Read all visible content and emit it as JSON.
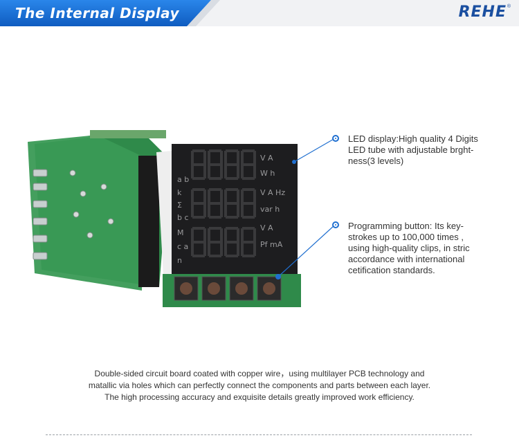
{
  "header": {
    "title": "The Internal Display",
    "logo": "REHE",
    "registered_mark": "®"
  },
  "product_image": {
    "display_legend_left": [
      "a b",
      "k",
      "Σ",
      "b c",
      "M",
      "c a",
      "n"
    ],
    "display_legend_right": [
      "V A",
      "W h",
      "V A Hz",
      "var h",
      "V A",
      "Pf mA"
    ]
  },
  "callouts": [
    {
      "text": "LED display:High quality 4 Digits\nLED tube with adjustable brght-\nness(3 levels)"
    },
    {
      "text": "Programming button:  Its key-\nstrokes up to 100,000 times ,\n using high-quality clips, in stric\naccordance with international\ncetification standards."
    }
  ],
  "description": {
    "line1": "Double-sided circuit board coated with copper wire，using multilayer PCB technology and",
    "line2": "matallic via holes which can perfectly connect the components and parts between each layer.",
    "line3": "The high processing accuracy and exquisite details greatly improved work efficiency."
  },
  "colors": {
    "accent": "#1f6fd0",
    "banner": "#1b6fd6",
    "logo": "#1a4fa0",
    "pcb": "#2f8a4a"
  }
}
